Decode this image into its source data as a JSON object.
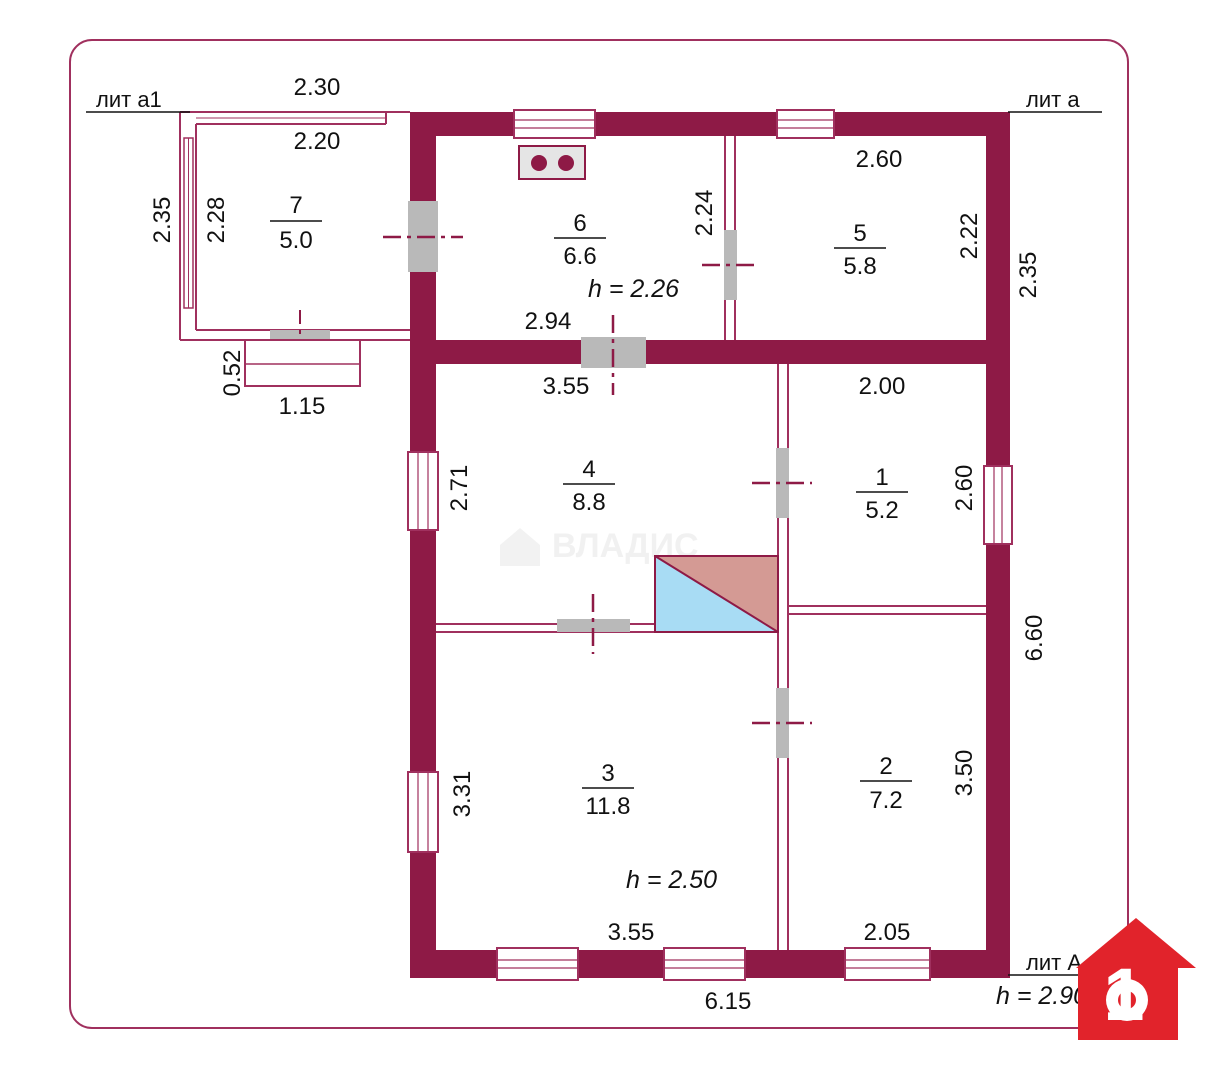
{
  "colors": {
    "wall": "#8e1a46",
    "frame": "#a0305e",
    "opening": "#b9b9b9",
    "logo_red": "#e1232b",
    "stair_blue": "#a8dcf4",
    "stair_pink": "#d49a94"
  },
  "labels": {
    "lit_a1": "лит а1",
    "lit_a": "лит а",
    "lit_A": "лит А",
    "h_main": "h = 2.90",
    "h_a": "h = 2.26",
    "h_A": "h = 2.50",
    "watermark": "ВЛАДИС"
  },
  "rooms": [
    {
      "num": "1",
      "area": "5.2"
    },
    {
      "num": "2",
      "area": "7.2"
    },
    {
      "num": "3",
      "area": "11.8"
    },
    {
      "num": "4",
      "area": "8.8"
    },
    {
      "num": "5",
      "area": "5.8"
    },
    {
      "num": "6",
      "area": "6.6"
    },
    {
      "num": "7",
      "area": "5.0"
    }
  ],
  "dimensions": {
    "a1_outer_top": "2.30",
    "a1_inner_top": "2.20",
    "a1_outer_left": "2.35",
    "a1_inner_left": "2.28",
    "porch_width": "1.15",
    "porch_depth": "0.52",
    "r6_5_bottom": "2.94",
    "r6_right": "2.24",
    "r5_top": "2.60",
    "r5_right": "2.22",
    "outer_right_a": "2.35",
    "r4_top": "3.55",
    "r1_top": "2.00",
    "r4_left": "2.71",
    "r1_right": "2.60",
    "outer_right_A": "6.60",
    "r3_left": "3.31",
    "r2_right": "3.50",
    "r3_bottom": "3.55",
    "r2_bottom": "2.05",
    "outer_bottom": "6.15"
  },
  "logo": {
    "digit": "1"
  }
}
